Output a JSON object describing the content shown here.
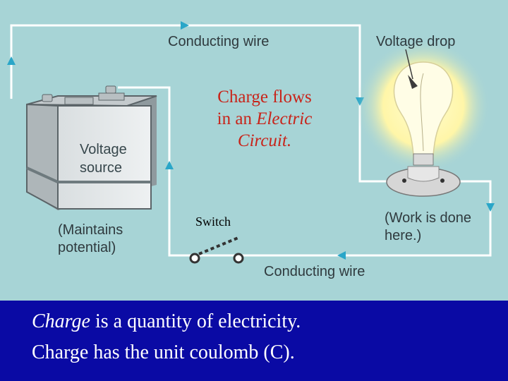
{
  "diagram": {
    "title_line1": "Charge flows",
    "title_line2_prefix": "in an",
    "title_line2_italic": "Electric",
    "title_line3_italic": "Circuit.",
    "top_wire_label": "Conducting wire",
    "bottom_wire_label": "Conducting wire",
    "voltage_drop_label": "Voltage drop",
    "voltage_source_label": "Voltage source",
    "maintains_label": "(Maintains potential)",
    "work_label": "(Work is done here.)",
    "switch_label": "Switch"
  },
  "caption": {
    "line1_italic": "Charge",
    "line1_rest": " is a quantity of electricity.",
    "line2": "Charge has the unit coulomb (C)."
  },
  "colors": {
    "background": "#a7d4d6",
    "wire": "#ffffff",
    "arrow": "#2aa6c8",
    "title": "#c8241a",
    "band": "#0a0aa4"
  },
  "icons": [
    "battery-icon",
    "light-bulb-icon",
    "switch-icon"
  ]
}
